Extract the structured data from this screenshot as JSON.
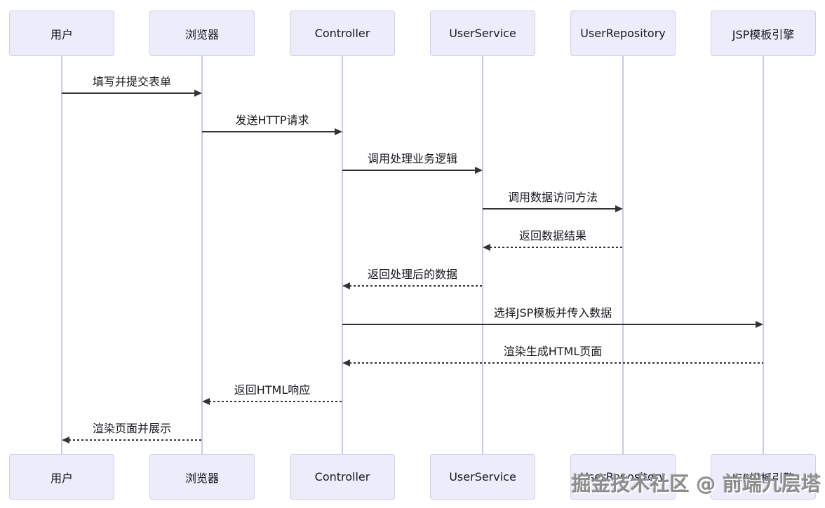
{
  "diagram": {
    "type": "sequence-diagram",
    "actors": [
      {
        "label": "用户"
      },
      {
        "label": "浏览器"
      },
      {
        "label": "Controller"
      },
      {
        "label": "UserService"
      },
      {
        "label": "UserRepository"
      },
      {
        "label": "JSP模板引擎"
      }
    ],
    "messages": [
      {
        "label": "填写并提交表单",
        "from": 0,
        "to": 1,
        "style": "solid"
      },
      {
        "label": "发送HTTP请求",
        "from": 1,
        "to": 2,
        "style": "solid"
      },
      {
        "label": "调用处理业务逻辑",
        "from": 2,
        "to": 3,
        "style": "solid"
      },
      {
        "label": "调用数据访问方法",
        "from": 3,
        "to": 4,
        "style": "solid"
      },
      {
        "label": "返回数据结果",
        "from": 4,
        "to": 3,
        "style": "dashed"
      },
      {
        "label": "返回处理后的数据",
        "from": 3,
        "to": 2,
        "style": "dashed"
      },
      {
        "label": "选择JSP模板并传入数据",
        "from": 2,
        "to": 5,
        "style": "solid"
      },
      {
        "label": "渲染生成HTML页面",
        "from": 5,
        "to": 2,
        "style": "dashed"
      },
      {
        "label": "返回HTML响应",
        "from": 2,
        "to": 1,
        "style": "dashed"
      },
      {
        "label": "渲染页面并展示",
        "from": 1,
        "to": 0,
        "style": "dashed"
      }
    ],
    "watermark": "掘金技术社区 @ 前端九层塔",
    "colors": {
      "actor_fill": "#ECECFB",
      "actor_border": "#CFCFE8",
      "lifeline": "#C9C9E8",
      "arrow": "#333333",
      "watermark_text": "#8D8D8D"
    }
  }
}
